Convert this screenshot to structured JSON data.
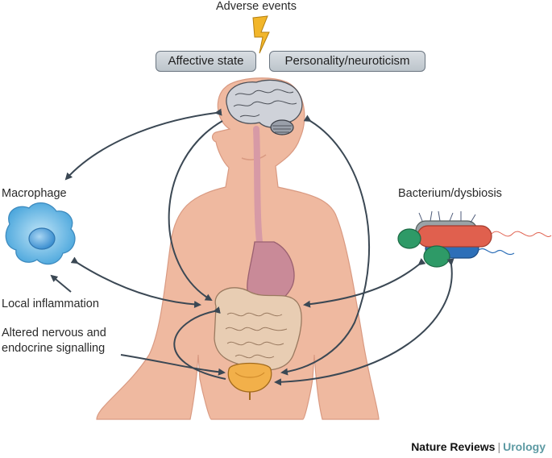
{
  "labels": {
    "adverse_events": "Adverse events",
    "affective_state": "Affective state",
    "personality": "Personality/neuroticism",
    "macrophage": "Macrophage",
    "bacterium": "Bacterium/dysbiosis",
    "local_inflammation": "Local inflammation",
    "altered_signalling_line1": "Altered nervous and",
    "altered_signalling_line2": "endocrine signalling"
  },
  "credit": {
    "journal": "Nature Reviews",
    "separator": "|",
    "section": "Urology"
  },
  "colors": {
    "skin": "#efb9a0",
    "skin_shade": "#d99a82",
    "brain": "#c9ccd3",
    "gut": "#e8cdb3",
    "stomach": "#c98a98",
    "bladder": "#f2b04a",
    "macrophage": "#5fb7e6",
    "arrow": "#3b4854",
    "lightning": "#f2b62a"
  }
}
